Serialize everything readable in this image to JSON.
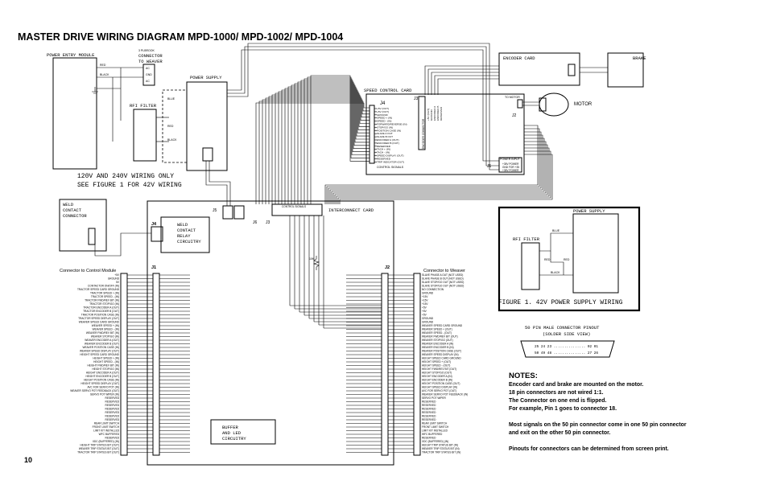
{
  "title": "MASTER DRIVE WIRING DIAGRAM MPD-1000/ MPD-1002/ MPD-1004",
  "page_number": "10",
  "labels": {
    "power_entry": "POWER ENTRY MODULE",
    "connector_small": "3 PLBROOK",
    "connector_to_weaver_1": "CONNECTOR",
    "connector_to_weaver_2": "TO WEAVER",
    "ac1": "AC",
    "gnd": "GND",
    "ac2": "AC",
    "red": "RED",
    "black": "BLACK",
    "blue": "BLUE",
    "power_supply": "POWER SUPPLY",
    "rfi_filter": "RFI FILTER",
    "wiring_note_1": "120V AND 240V WIRING ONLY",
    "wiring_note_2": "SEE FIGURE 1 FOR 42V WIRING",
    "encoder_card": "ENCODER CARD",
    "brake": "BRAKE",
    "motor": "MOTOR",
    "to_motor": "TO MOTOR",
    "speed_control_card": "SPEED CONTROL CARD",
    "j4": "J4",
    "j3": "J3",
    "j2": "J2",
    "j1": "J1",
    "j5": "J5",
    "j6": "J6",
    "control_signals": "CONTROL SIGNALS",
    "encoder_connector": "ENCODER CONNECTOR",
    "power_input": "POWER INPUT",
    "power_in_1": "+35V POWER",
    "power_in_2": "GND FOR +35",
    "power_in_3": "+35V POWER",
    "weld_contact_1": "WELD",
    "weld_contact_2": "CONTACT",
    "weld_contact_3": "CONNECTOR",
    "weld_relay_1": "WELD",
    "weld_relay_2": "CONTACT",
    "weld_relay_3": "RELAY",
    "weld_relay_4": "CIRCUITRY",
    "interconnect_card": "INTERCONNECT CARD",
    "resistor": "10K",
    "connector_to_control": "Connector to Control Module",
    "connector_to_weaver": "Connector to Weaver",
    "buffer_1": "BUFFER",
    "buffer_2": "AND LED",
    "buffer_3": "CIRCUITRY",
    "figure1_power_supply": "POWER SUPPLY",
    "figure1_rfi": "RFI FILTER",
    "figure1_caption": "FIGURE 1.  42V POWER SUPPLY WIRING",
    "pinout_title": "50 PIN MALE CONNECTOR PINOUT",
    "pinout_sub": "(SOLDER SIDE VIEW)",
    "pinout_row1": "25 24 23 ............... 02 01",
    "pinout_row2": "50 49 48  ............... 27 26"
  },
  "speed_signals": [
    "+5V (OUT)",
    "+5V (OUT)",
    "GROUND",
    "SPEED + (IN)",
    "SPEED - (IN)",
    "FORWARD/REVERSE (IN)",
    "STOP/GO (IN)",
    "POSITION CASE (IN)",
    "SLAVE A OUT",
    "SLAVE B OUT",
    "ENCODER A (OUT)",
    "ENCODER B (OUT)",
    "RESERVED",
    "TACH + (IN)",
    "TACH - (IN)",
    "SPEED DISPLAY (OUT)",
    "RESERVED",
    "TRIP INDICATOR (OUT)"
  ],
  "encoder_signals": [
    "+5V (OUT)",
    "GROUND",
    "ENCODER A",
    "ENCODER B",
    "RESERVED"
  ],
  "left_signals": [
    "+5V",
    "GROUND",
    "5V",
    "CONTACTOR ON/OFF (IN)",
    "TRACTOR SPEED CARD GROUND",
    "TRACTOR SPEED + (IN)",
    "TRACTOR SPEED - (IN)",
    "TRACTOR FWD/REV BIT (IN)",
    "TRACTOR STOP/GO (IN)",
    "TRACTOR ENCODER A (OUT)",
    "TRACTOR ENCODER B (OUT)",
    "TRACTOR POSITION CASE (IN)",
    "TRACTOR SPEED DISPLAY (OUT)",
    "WEAVER SPEED CARD GROUND",
    "WEAVER SPEED + (IN)",
    "WEAVER SPEED - (IN)",
    "WEAVER FWD/REV BIT (IN)",
    "WEAVER STOP/GO (IN)",
    "WEAVER ENCODER A (OUT)",
    "WEAVER ENCODER B (OUT)",
    "WEAVER POSITION CASE (IN)",
    "WEAVER SPEED DISPLAY (OUT)",
    "HEIGHT SPEED CARD GROUND",
    "HEIGHT SPEED + (IN)",
    "HEIGHT SPEED - (IN)",
    "HEIGHT FWD/REV BIT (IN)",
    "HEIGHT STOP/GO (IN)",
    "HEIGHT ENCODER A (OUT)",
    "HEIGHT ENCODER B (OUT)",
    "HEIGHT POSITION CASE (IN)",
    "HEIGHT SPEED DISPLAY (OUT)",
    "AVC FOR SERVO POT (IN)",
    "WEAVER SERVO POT FEEDBACK (OUT)",
    "SERVO POT WIPER (IN)",
    "RESERVED",
    "RESERVED",
    "RESERVED",
    "RESERVED",
    "RESERVED",
    "RESERVED",
    "RESERVED",
    "REAR LIMIT SWITCH",
    "FRONT LIMIT SWITCH",
    "LIMIT KIT INSTALLED",
    "WFC BUFFERED",
    "RESERVED",
    "XDC (BUFFERED) (IN)",
    "HEIGHT TRIP STATUS BIT (OUT)",
    "WEAVER TRIP STATUS BIT (OUT)",
    "TRACTOR TRIP STATUS BIT (OUT)"
  ],
  "right_signals": [
    "SLAVE PHASE A OUT (NOT USED)",
    "SLAVE PHASE B OUT (NOT USED)",
    "SLAVE STOP/GO OUT (NOT USED)",
    "SLAVE STOP/GO OUT (NOT USED)",
    "NO CONNECTION",
    "GROUND",
    "+15V",
    "+15V",
    "+15V",
    "+5V",
    "+5V",
    "+5V",
    "GROUND",
    "GROUND",
    "WEAVER SPEED CARD GROUND",
    "WEAVER SPEED + (OUT)",
    "WEAVER SPEED - (OUT)",
    "WEAVER FWD/REV BIT (OUT)",
    "WEAVER STOP/GO (OUT)",
    "WEAVER ENCODER A (IN)",
    "WEAVER ENCODER B (IN)",
    "WEAVER POSITION CASE (OUT)",
    "WEAVER SPEED DISPLAY (IN)",
    "HEIGHT SPEED CARD GROUND",
    "HEIGHT SPEED + (OUT)",
    "HEIGHT SPEED - (OUT)",
    "HEIGHT FWD/REV BIT (OUT)",
    "HEIGHT STOP/GO (OUT)",
    "HEIGHT ENCODER A (IN)",
    "HEIGHT ENCODER B (IN)",
    "HEIGHT POSITION CASE (OUT)",
    "HEIGHT SPEED DISPLAY (IN)",
    "AVC FOR SERVO POT (OUT)",
    "WEAVER SERVO POT FEEDBACK (IN)",
    "SERVO POT WIPER",
    "RESERVED",
    "RESERVED",
    "RESERVED",
    "RESERVED",
    "RESERVED",
    "RESERVED",
    "REAR LIMIT SWITCH",
    "FRONT LIMIT SWITCH",
    "LIMIT KIT INSTALLED",
    "WFC BUFFERED",
    "RESERVED",
    "XDC (BUFFERED) (IN)",
    "HEIGHT TRIP STATUS BIT (IN)",
    "WEAVER TRIP STATUS BIT (IN)",
    "TRACTOR TRIP STATUS BIT (IN)"
  ],
  "notes": {
    "heading": "NOTES:",
    "lines": [
      "Encoder card and brake are mounted on the motor.",
      "18 pin connectors are not wired 1:1.",
      "The Connector on one end is flipped.",
      "For example, Pin 1 goes to connector 18.",
      "",
      "Most signals on the 50 pin connector come in one 50 pin connector",
      "and exit on the other 50 pin connector.",
      "",
      "Pinouts for connectors can be determined from screen print."
    ]
  }
}
